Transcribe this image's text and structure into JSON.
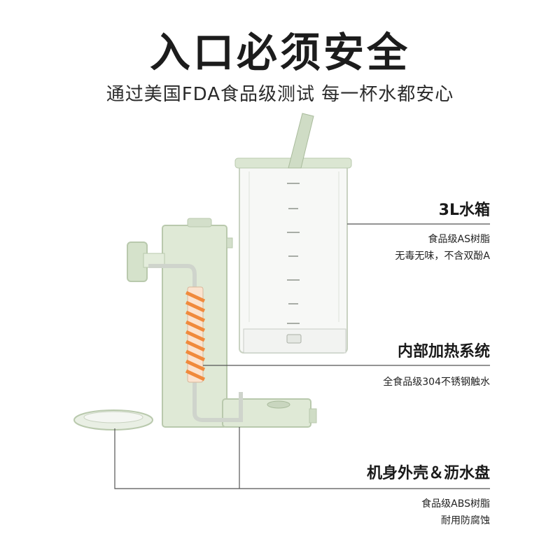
{
  "header": {
    "title": "入口必须安全",
    "subtitle": "通过美国FDA食品级测试 每一杯水都安心"
  },
  "callouts": [
    {
      "title": "3L水箱",
      "lines": [
        "食品级AS树脂",
        "无毒无味，不含双酚A"
      ]
    },
    {
      "title": "内部加热系统",
      "lines": [
        "全食品级304不锈钢触水"
      ]
    },
    {
      "title": "机身外壳＆沥水盘",
      "lines": [
        "食品级ABS树脂",
        "耐用防腐蚀"
      ]
    }
  ],
  "colors": {
    "body_green": "#dfe9d6",
    "body_edge": "#b9c9ad",
    "heater_orange": "#f08a3c",
    "line_gray": "#555555"
  }
}
